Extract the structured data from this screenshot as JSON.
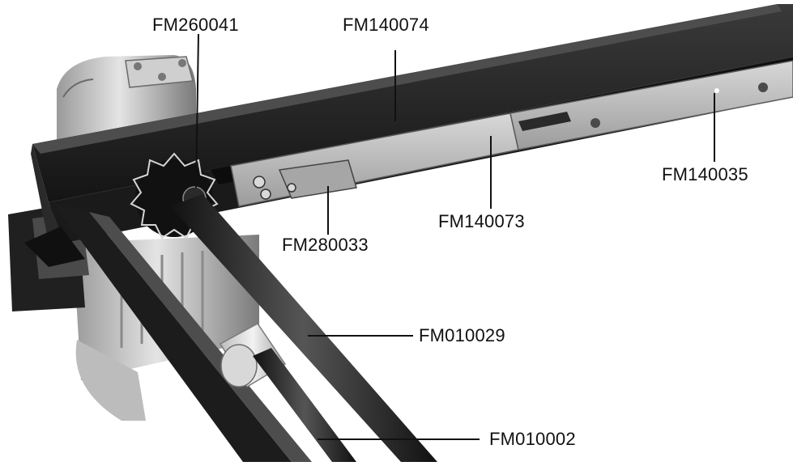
{
  "figure": {
    "labels": [
      {
        "id": "FM260041",
        "text": "FM260041"
      },
      {
        "id": "FM140074",
        "text": "FM140074"
      },
      {
        "id": "FM140035",
        "text": "FM140035"
      },
      {
        "id": "FM140073",
        "text": "FM140073"
      },
      {
        "id": "FM280033",
        "text": "FM280033"
      },
      {
        "id": "FM010029",
        "text": "FM010029"
      },
      {
        "id": "FM010002",
        "text": "FM010002"
      }
    ]
  },
  "colors": {
    "background": "#ffffff",
    "frame_dark": "#1e1e1e",
    "metal_light": "#c8c8c8",
    "metal_mid": "#8c8c8c",
    "text": "#111111"
  }
}
